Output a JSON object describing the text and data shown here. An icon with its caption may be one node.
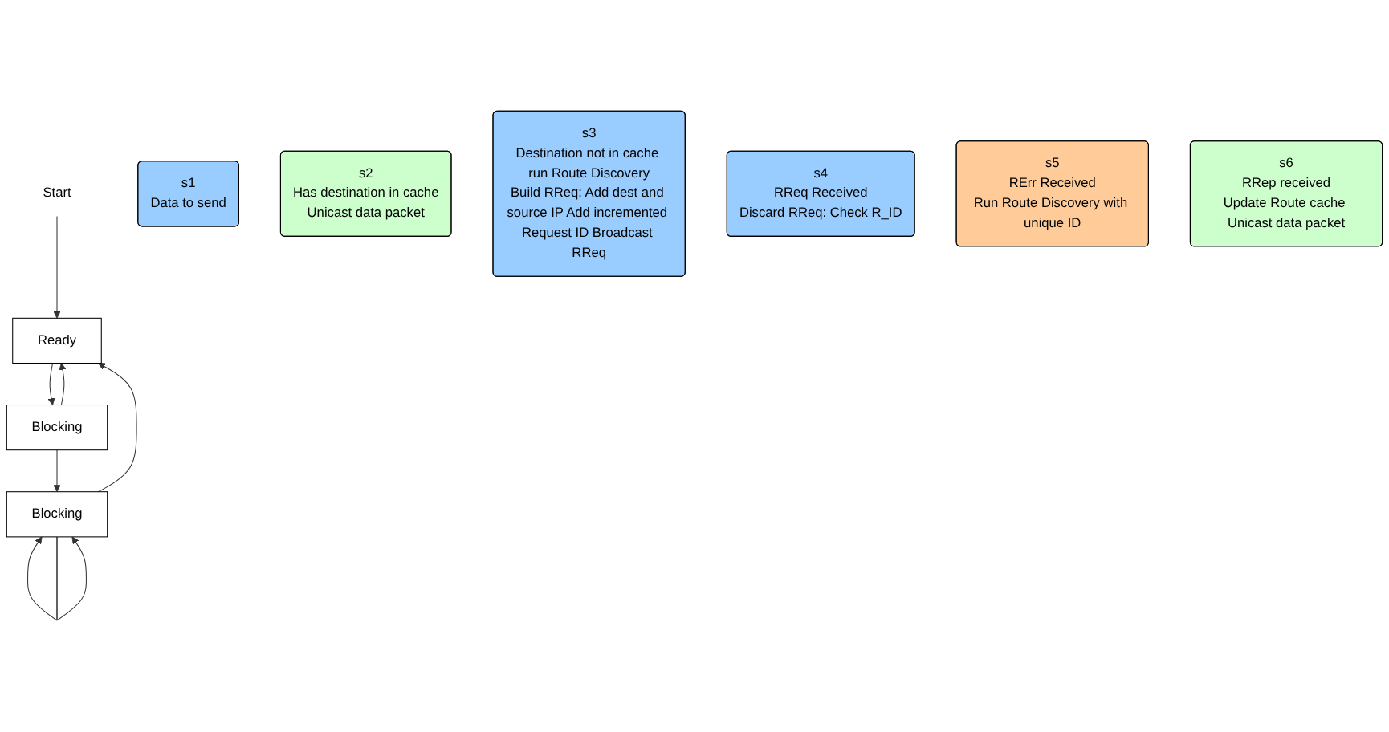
{
  "diagram": {
    "nodes": [
      {
        "text": [
          "Start"
        ]
      },
      {
        "text": [
          "Ready"
        ]
      },
      {
        "text": [
          "Blocking"
        ]
      },
      {
        "text": [
          "Blocking"
        ]
      },
      {
        "text": [
          "s1",
          "Data to send"
        ]
      },
      {
        "text": [
          "s2",
          "Has destination in cache",
          "Unicast data packet"
        ]
      },
      {
        "text": [
          "s3",
          "Destination not in cache run Route Discovery",
          "Build RReq: Add dest and source IP Add incremented Request ID Broadcast RReq"
        ]
      },
      {
        "text": [
          "s4",
          "RReq Received",
          "Discard RReq: Check R_ID"
        ]
      },
      {
        "text": [
          "s5",
          "RErr Received",
          "Run Route Discovery with unique ID"
        ]
      },
      {
        "text": [
          "s6",
          "RRep received",
          "Update Route cache Unicast data packet"
        ]
      }
    ],
    "edges": [
      {
        "from": 0,
        "to": 1,
        "arrow": "to"
      },
      {
        "from": 1,
        "to": 2,
        "arrow": "to"
      },
      {
        "from": 2,
        "to": 1,
        "arrow": "to"
      },
      {
        "from": 2,
        "to": 3,
        "arrow": "to"
      },
      {
        "from": 3,
        "to": 3,
        "arrow": "to"
      },
      {
        "from": 3,
        "to": 3,
        "arrow": "to"
      },
      {
        "from": 3,
        "to": 1,
        "arrow": "to"
      }
    ]
  }
}
